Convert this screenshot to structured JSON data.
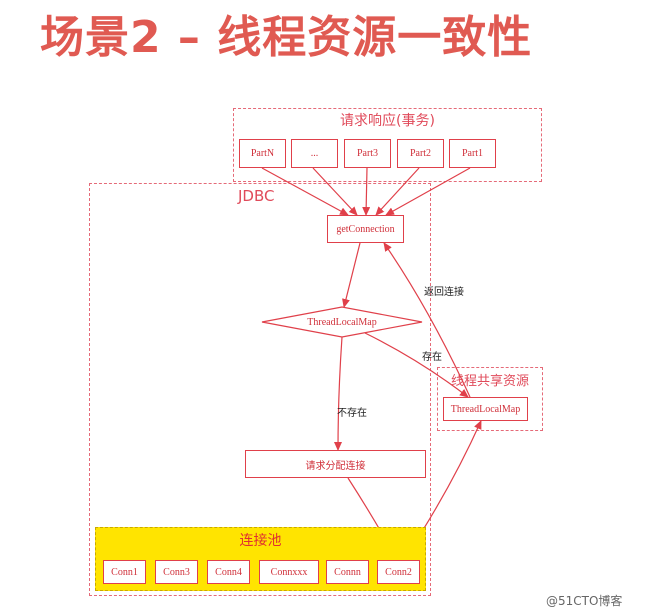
{
  "title": "场景2 – 线程资源一致性",
  "request_group": {
    "label": "请求响应(事务)",
    "parts": [
      "PartN",
      "...",
      "Part3",
      "Part2",
      "Part1"
    ]
  },
  "jdbc_label": "JDBC",
  "get_connection": "getConnection",
  "threadlocal_decision": "ThreadLocalMap",
  "shared_group": {
    "label": "线程共享资源",
    "threadlocal": "ThreadLocalMap"
  },
  "request_alloc": "请求分配连接",
  "edge_labels": {
    "return_conn": "返回连接",
    "exists": "存在",
    "not_exists": "不存在"
  },
  "pool": {
    "label": "连接池",
    "conns": [
      "Conn1",
      "Conn3",
      "Conn4",
      "Connxxx",
      "Connn",
      "Conn2"
    ]
  },
  "watermark": "@51CTO博客",
  "colors": {
    "title": "#e05a52",
    "node_border": "#e0404a",
    "pool_fill": "#ffe400"
  }
}
